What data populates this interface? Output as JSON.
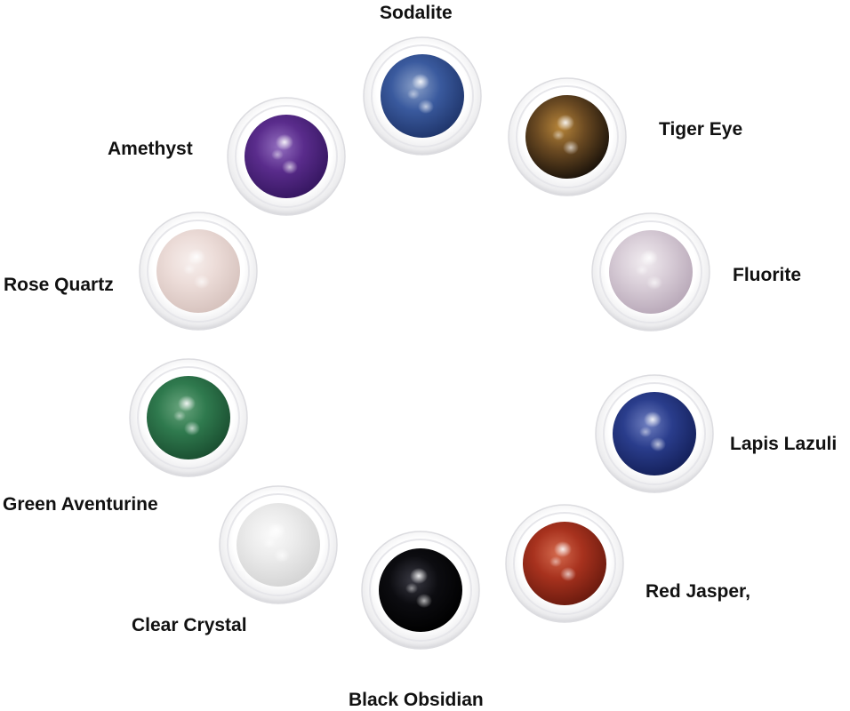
{
  "stones": [
    {
      "id": "sodalite",
      "label": "Sodalite",
      "base": "#3a5a9e",
      "dark": "#1f356b",
      "light": "#8aa0c8"
    },
    {
      "id": "tiger-eye",
      "label": "Tiger Eye",
      "base": "#6b4a22",
      "dark": "#1a120a",
      "light": "#b8863a"
    },
    {
      "id": "fluorite",
      "label": "Fluorite",
      "base": "#d9ced8",
      "dark": "#b8a8b8",
      "light": "#f1ecf0"
    },
    {
      "id": "lapis-lazuli",
      "label": "Lapis Lazuli",
      "base": "#2a3d8c",
      "dark": "#14205a",
      "light": "#6f7fc0"
    },
    {
      "id": "red-jasper",
      "label": "Red Jasper,",
      "base": "#a8321e",
      "dark": "#6a1a0e",
      "light": "#d46a4e"
    },
    {
      "id": "black-obsidian",
      "label": "Black Obsidian",
      "base": "#0c0c10",
      "dark": "#000000",
      "light": "#3a3a44"
    },
    {
      "id": "clear-crystal",
      "label": "Clear Crystal",
      "base": "#ebebeb",
      "dark": "#d4d4d4",
      "light": "#fafafa"
    },
    {
      "id": "green-aventurine",
      "label": "Green Aventurine",
      "base": "#2f7a4e",
      "dark": "#1a4e30",
      "light": "#6aa57e"
    },
    {
      "id": "rose-quartz",
      "label": "Rose Quartz",
      "base": "#ecdcd8",
      "dark": "#d6c2bd",
      "light": "#f7efed"
    },
    {
      "id": "amethyst",
      "label": "Amethyst",
      "base": "#5a2c8c",
      "dark": "#351660",
      "light": "#9470c0"
    }
  ]
}
